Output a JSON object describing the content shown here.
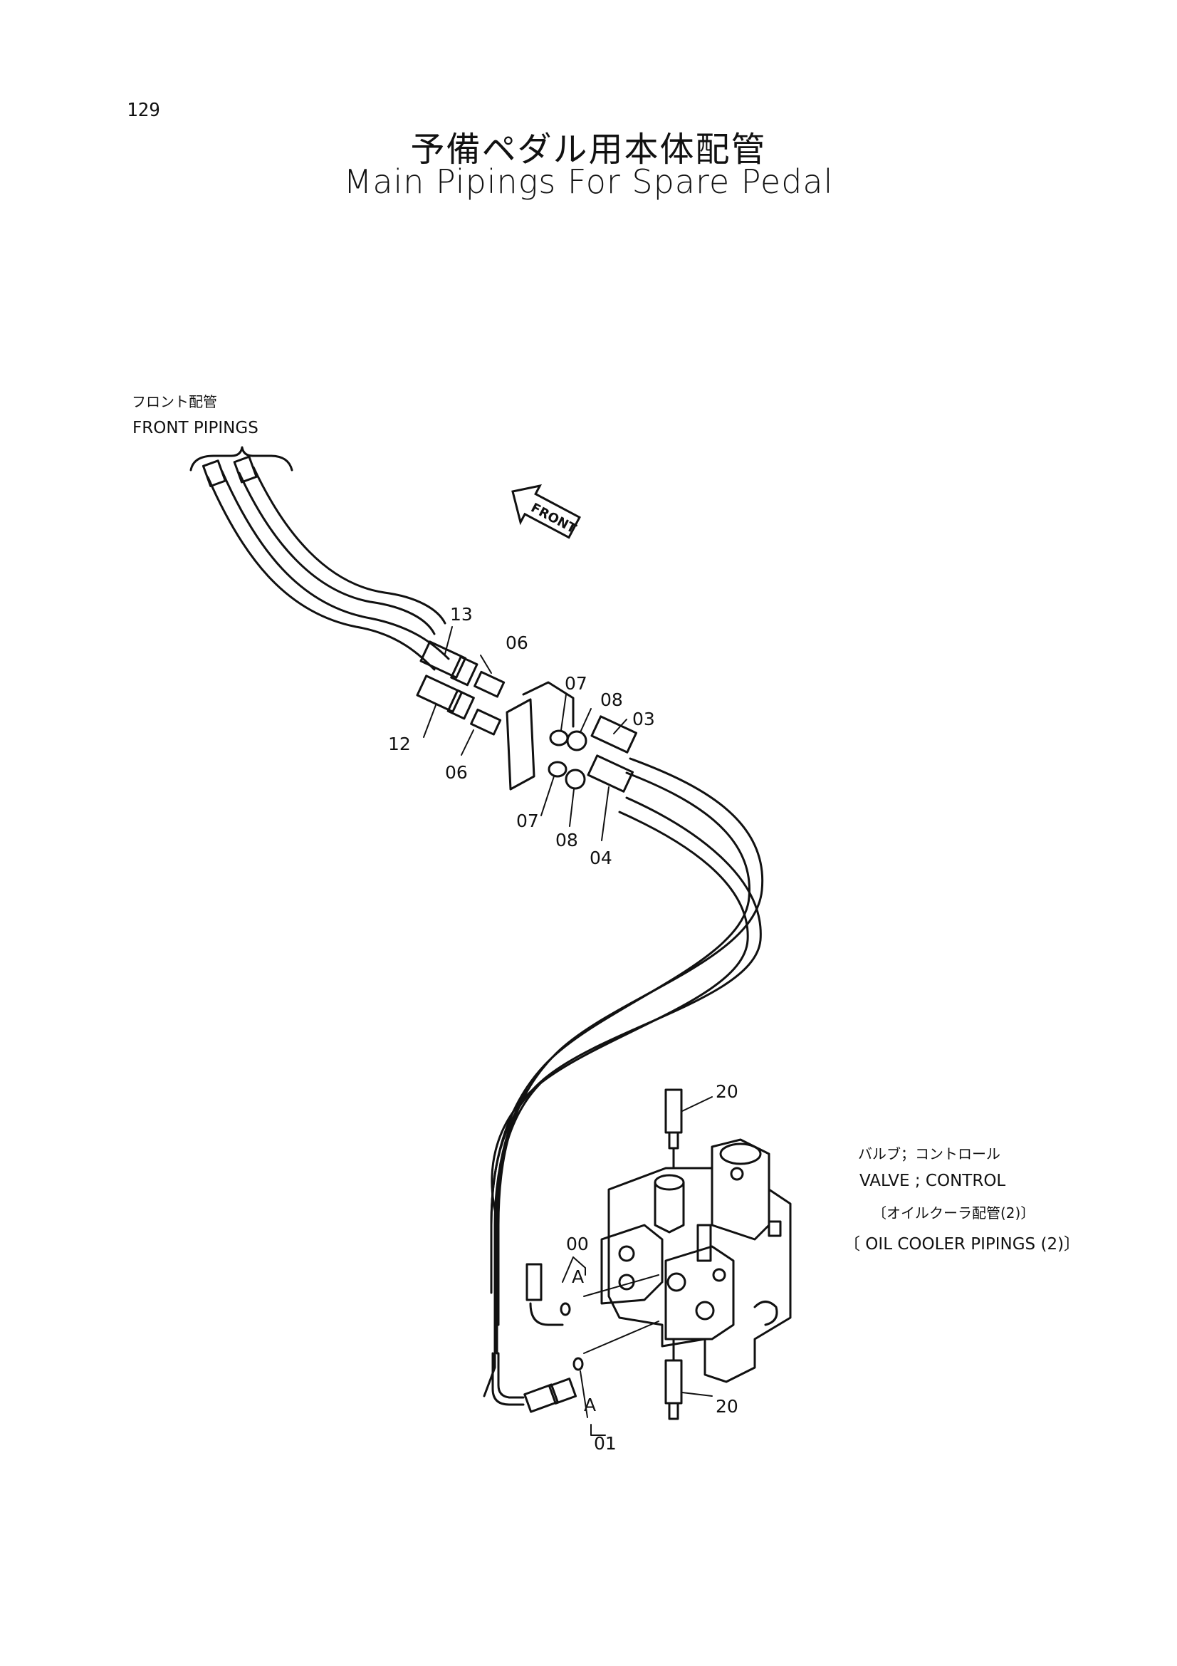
{
  "page_number": "129",
  "title_jp": "予備ペダル用本体配管",
  "title_en": "Main Pipings For Spare Pedal",
  "labels": {
    "front_pipings_jp": "フロント配管",
    "front_pipings_en": "FRONT PIPINGS",
    "front_arrow": "FRONT",
    "valve_jp": "バルブ；コントロール",
    "valve_en": "VALVE ; CONTROL",
    "oil_cooler_jp": "〔オイルクーラ配管(2)〕",
    "oil_cooler_en": "〔 OIL COOLER PIPINGS (2)〕"
  },
  "callouts": {
    "p13": "13",
    "p06a": "06",
    "p12": "12",
    "p06b": "06",
    "p07a": "07",
    "p08a": "08",
    "p03": "03",
    "p07b": "07",
    "p08b": "08",
    "p04": "04",
    "p20a": "20",
    "p00": "00",
    "pAa": "A",
    "pAb": "A",
    "p01": "01",
    "p20b": "20"
  }
}
